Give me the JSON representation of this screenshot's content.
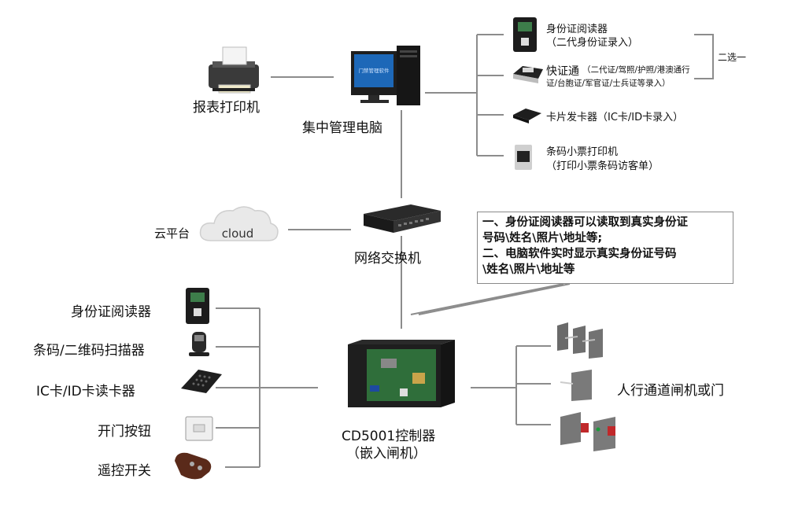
{
  "center": {
    "computer_label": "集中管理电脑",
    "computer_screen_text": "门禁管理软件",
    "printer_label": "报表打印机",
    "switch_label": "网络交换机",
    "cloud_label": "云平台",
    "cloud_text": "cloud",
    "controller_label": "CD5001控制器",
    "controller_sub": "（嵌入闸机）"
  },
  "top_devices": {
    "id_reader_title": "身份证阅读器",
    "id_reader_sub": "（二代身份证录入）",
    "quick_title": "快证通",
    "quick_desc_1": "（二代证/驾照/护照/港澳通行",
    "quick_desc_2": "证/台胞证/军官证/士兵证等录入）",
    "choose_one": "二选一",
    "card_issuer": "卡片发卡器（IC卡/ID卡录入）",
    "barcode_printer_title": "条码小票打印机",
    "barcode_printer_sub": "（打印小票条码访客单）"
  },
  "note": {
    "line1": "一、身份证阅读器可以读取到真实身份证",
    "line2": "号码\\姓名\\照片\\地址等;",
    "line3": "二、电脑软件实时显示真实身份证号码",
    "line4": "\\姓名\\照片\\地址等"
  },
  "left_devices": {
    "items": [
      "身份证阅读器",
      "条码/二维码扫描器",
      "IC卡/ID卡读卡器",
      "开门按钮",
      "遥控开关"
    ]
  },
  "right_devices": {
    "label": "人行通道闸机或门"
  },
  "colors": {
    "line": "#8c8c8c",
    "device_dark": "#1c1c1c",
    "gate_red": "#c0282a",
    "gate_green": "#1a9a3a",
    "board_green": "#2f6e3a"
  }
}
